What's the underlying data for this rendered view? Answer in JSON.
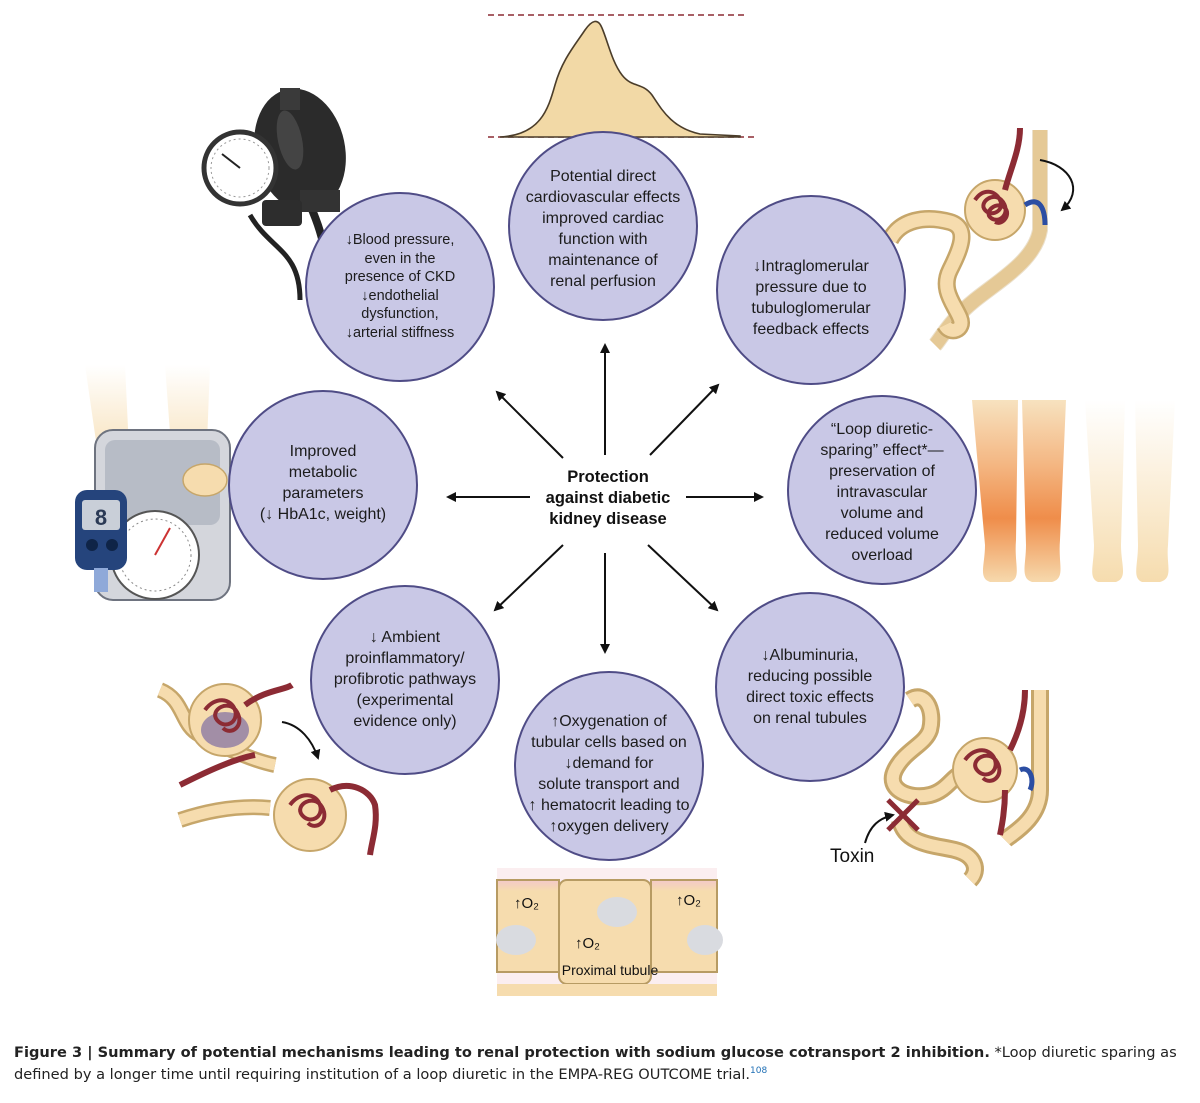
{
  "center": {
    "label": "Protection\nagainst diabetic\nkidney disease"
  },
  "mechanisms": [
    {
      "id": "cardio",
      "text": "Potential direct\ncardiovascular effects\nimproved cardiac\nfunction with\nmaintenance of\nrenal perfusion"
    },
    {
      "id": "intraglomerular",
      "text": "↓Intraglomerular\npressure due to\ntubuloglomerular\nfeedback effects"
    },
    {
      "id": "loop-diuretic",
      "text": "“Loop diuretic-\nsparing” effect*—\npreservation of\nintravascular\nvolume and\nreduced volume\noverload"
    },
    {
      "id": "albuminuria",
      "text": "↓Albuminuria,\nreducing possible\ndirect toxic effects\non renal tubules"
    },
    {
      "id": "oxygenation",
      "text": "↑Oxygenation of\ntubular cells based on\n↓demand for\nsolute transport and\n↑ hematocrit leading to\n↑oxygen delivery"
    },
    {
      "id": "inflammation",
      "text": "↓ Ambient\nproinflammatory/\nprofibrotic pathways\n(experimental\nevidence only)"
    },
    {
      "id": "metabolic",
      "text": "Improved\nmetabolic\nparameters\n(↓ HbA1c, weight)"
    },
    {
      "id": "blood-pressure",
      "text": "↓Blood pressure,\neven in the\npresence of CKD\n↓endothelial\ndysfunction,\n↓arterial stiffness"
    }
  ],
  "illustration_labels": {
    "toxin": "Toxin",
    "o2_left": "↑O₂",
    "o2_right": "↑O₂",
    "o2_center": "↑O₂",
    "proximal_tubule": "Proximal tubule",
    "glucometer_reading": "8"
  },
  "caption": {
    "bold": "Figure 3 | Summary of potential mechanisms leading to renal protection with sodium glucose cotransport 2 inhibition.",
    "text": " *Loop diuretic sparing as defined by a longer time until requiring institution of a loop diuretic in the EMPA-REG OUTCOME trial.",
    "ref": "108"
  },
  "colors": {
    "circle_fill": "#c9c8e6",
    "circle_stroke": "#4f4c86",
    "skin": "#f6dcae",
    "vessel": "#8c2b34",
    "tubule_stroke": "#c6a66a",
    "heat": "#f08a4b"
  }
}
